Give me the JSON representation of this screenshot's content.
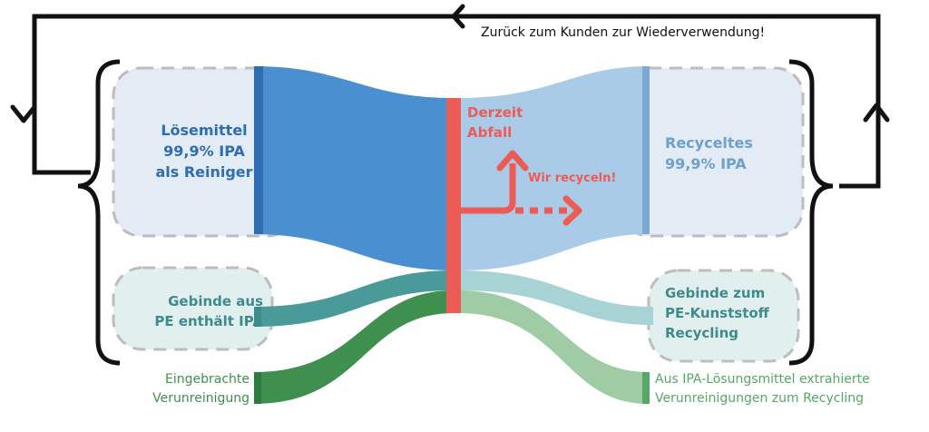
{
  "colors": {
    "solvent_dark": "#2f6db3",
    "solvent": "#4a8fcf",
    "recycled": "#a9cbe8",
    "recycled_text": "#6fa0cc",
    "container": "#4b9a9a",
    "container_light": "#a7d3d5",
    "container_text": "#3f8a8c",
    "contamination": "#3f8f4e",
    "contamination_light": "#9fcca4",
    "contamination_text": "#3f8f4e",
    "red": "#ec5b55",
    "box_fill_blue": "#e3ebf4",
    "box_fill_teal": "#e2efef",
    "box_border": "#bdbdbd",
    "line": "#111111"
  },
  "loop_label": "Zurück zum Kunden zur Wiederverwendung!",
  "left": {
    "solvent": [
      "Lösemittel",
      "99,9% IPA",
      "als Reiniger"
    ],
    "container": [
      "Gebinde aus",
      "PE enthält IPA"
    ],
    "contamination": [
      "Eingebrachte",
      "Verunreinigung"
    ]
  },
  "center": {
    "waste": [
      "Derzeit",
      "Abfall"
    ],
    "recycle": "Wir recyceln!"
  },
  "right": {
    "solvent": [
      "Recyceltes",
      "99,9% IPA"
    ],
    "container": [
      "Gebinde zum",
      "PE-Kunststoff",
      "Recycling"
    ],
    "contamination": [
      "Aus IPA-Lösungsmittel extrahierte",
      "Verunreinigungen zum Recycling"
    ]
  }
}
